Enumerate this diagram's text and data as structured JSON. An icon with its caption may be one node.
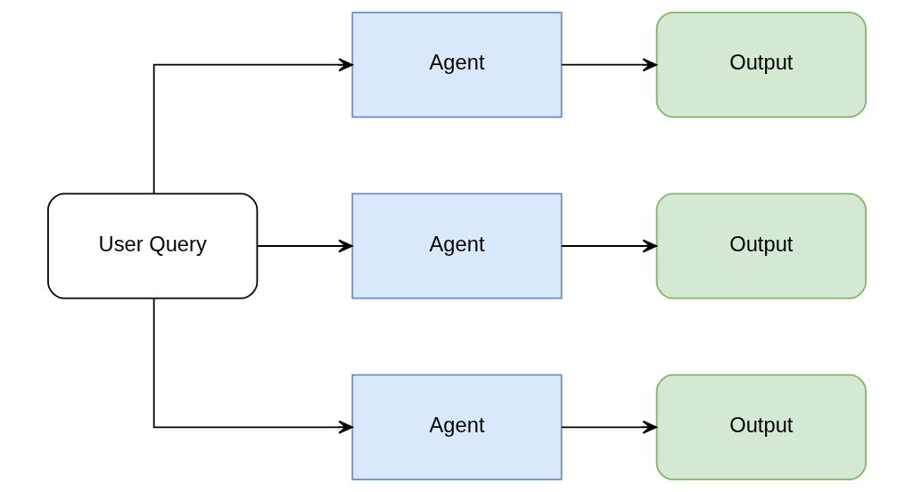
{
  "diagram": {
    "nodes": [
      {
        "text": [
          "User Query"
        ]
      },
      {
        "text": [
          "Agent"
        ]
      },
      {
        "text": [
          "Output"
        ]
      },
      {
        "text": [
          "Agent"
        ]
      },
      {
        "text": [
          "Output"
        ]
      },
      {
        "text": [
          "Agent"
        ]
      },
      {
        "text": [
          "Output"
        ]
      }
    ],
    "edges": [
      {
        "from": 0,
        "to": 1,
        "arrow": "to"
      },
      {
        "from": 0,
        "to": 3,
        "arrow": "to"
      },
      {
        "from": 0,
        "to": 5,
        "arrow": "to"
      },
      {
        "from": 1,
        "to": 2,
        "arrow": "to"
      },
      {
        "from": 3,
        "to": 4,
        "arrow": "to"
      },
      {
        "from": 5,
        "to": 6,
        "arrow": "to"
      }
    ]
  }
}
